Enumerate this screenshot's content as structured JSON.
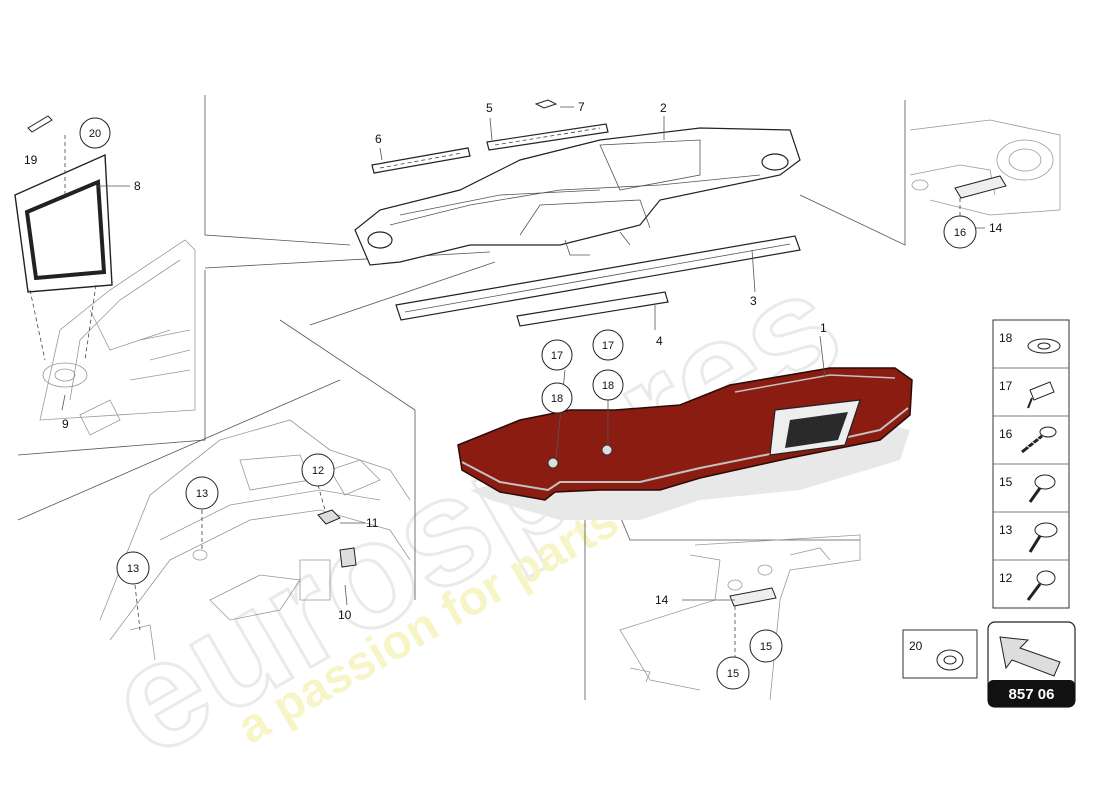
{
  "parts": [
    "1",
    "2",
    "3",
    "4",
    "5",
    "6",
    "7",
    "8",
    "9",
    "10",
    "11",
    "14",
    "14",
    "19"
  ],
  "callouts": [
    "20",
    "17",
    "18",
    "17",
    "18",
    "13",
    "13",
    "12",
    "16",
    "15",
    "15"
  ],
  "legend": {
    "items": [
      {
        "num": "18",
        "icon": "washer-icon"
      },
      {
        "num": "17",
        "icon": "screw-icon"
      },
      {
        "num": "16",
        "icon": "self-tapping-screw-icon"
      },
      {
        "num": "15",
        "icon": "bolt-icon"
      },
      {
        "num": "13",
        "icon": "flange-bolt-icon"
      },
      {
        "num": "12",
        "icon": "torx-screw-icon"
      }
    ],
    "extra": {
      "num": "20",
      "icon": "grommet-icon"
    }
  },
  "ref_code": "857 06",
  "watermark": {
    "brand": "eurospares",
    "tagline": "a passion for parts since 1985"
  },
  "colors": {
    "trim_red": "#8b1c12",
    "watermark_yellow": "#f2ee9a",
    "ink": "#111111"
  }
}
